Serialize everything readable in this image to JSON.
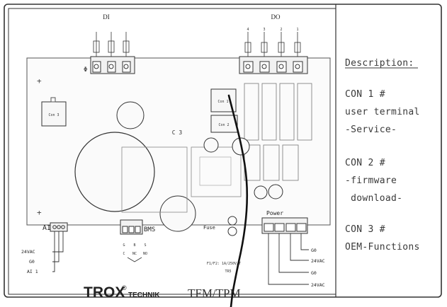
{
  "diagram": {
    "top_labels": {
      "di": "DI",
      "do": "DO"
    },
    "do_pin_numbers": [
      "4",
      "3",
      "2",
      "1"
    ],
    "connectors": {
      "con1": "Con 1",
      "con2": "Con 2",
      "con3": "Con 3",
      "c3_silk": "C 3"
    },
    "left_labels": {
      "ai": "AI",
      "vac24": "24VAC",
      "g0": "G0",
      "ai1": "AI 1"
    },
    "bms": {
      "label": "BMS",
      "pins": [
        "G",
        "B",
        "S"
      ],
      "sub": [
        "C",
        "NC",
        "NO"
      ]
    },
    "fuse": {
      "label": "Fuse",
      "rating": "F1/F2: 1A/250V/T",
      "type": "TR5"
    },
    "power": {
      "label": "Power",
      "leads": [
        "G0",
        "24VAC",
        "G0",
        "24VAC"
      ]
    },
    "brand": {
      "name": "TROX",
      "reg": "®",
      "suffix": "TECHNIK",
      "model": "TFM/TPM"
    }
  },
  "description": {
    "title": "Description:",
    "lines": [
      "CON 1 #",
      "user terminal",
      "-Service-",
      "CON 2 #",
      "-firmware",
      " download-",
      "CON 3 #",
      "OEM-Functions"
    ]
  }
}
